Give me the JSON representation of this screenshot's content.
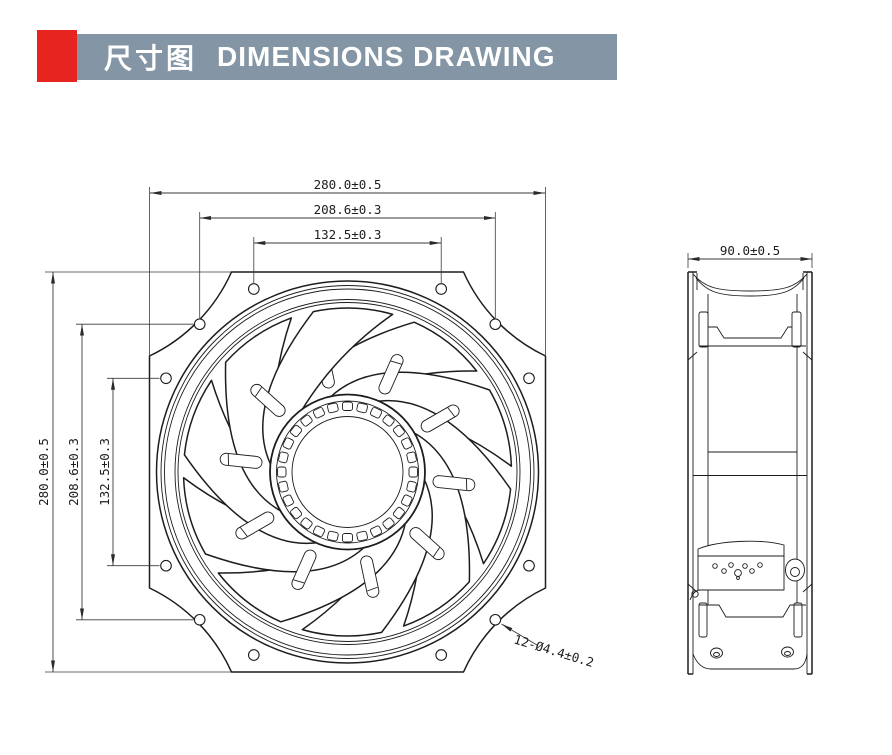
{
  "header": {
    "title_zh": "尺寸图",
    "title_en": "DIMENSIONS DRAWING",
    "accent_color": "#e62420",
    "banner_color": "#8496a5"
  },
  "front_view": {
    "dim_width": "280.0±0.5",
    "dim_corner_hole_pitch": "208.6±0.3",
    "dim_edge_hole_pitch": "132.5±0.3",
    "dim_height": "280.0±0.5",
    "dim_corner_hole_pitch_v": "208.6±0.3",
    "dim_edge_hole_pitch_v": "132.5±0.3",
    "mounting_holes_note": "12-Ø4.4±0.2"
  },
  "side_view": {
    "dim_depth": "90.0±0.5"
  }
}
